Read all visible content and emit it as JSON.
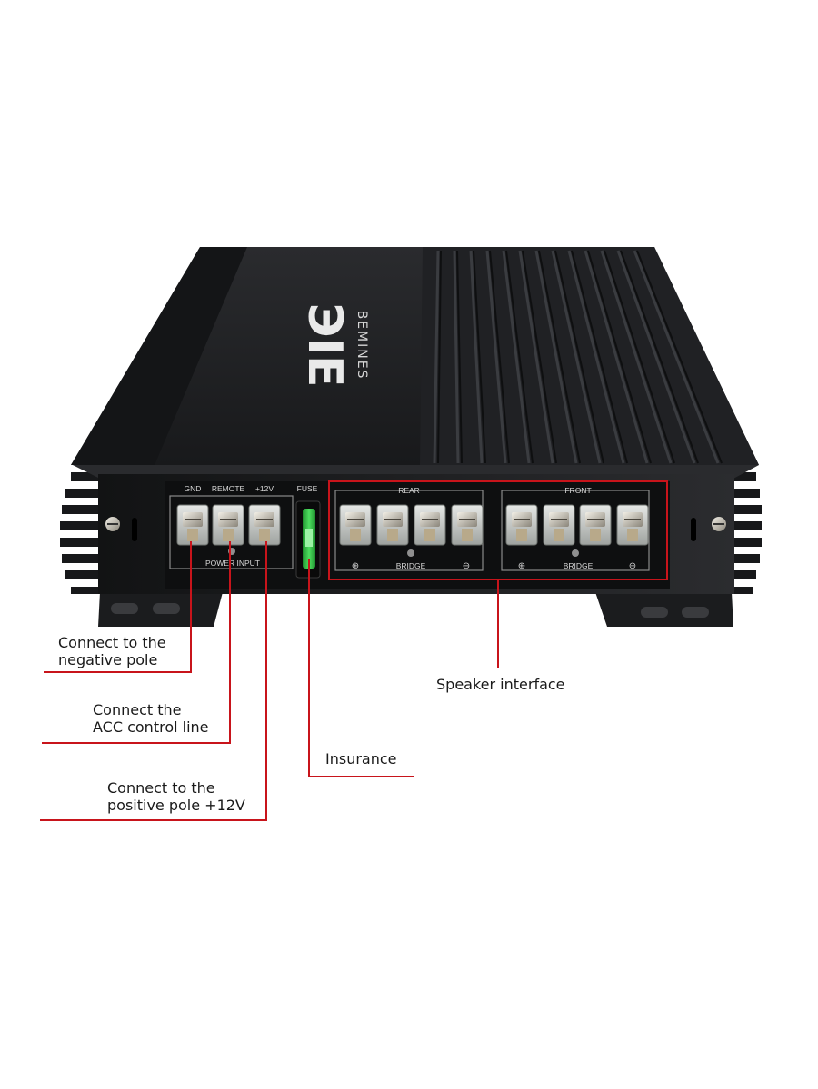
{
  "brand": {
    "logo_mark": "ЭIE",
    "name": "BEMINES"
  },
  "panel": {
    "power_terminals": [
      "GND",
      "REMOTE",
      "+12V"
    ],
    "power_group_label": "POWER INPUT",
    "fuse_label": "FUSE",
    "rear_label": "REAR",
    "front_label": "FRONT",
    "bridge_label": "BRIDGE",
    "plus_symbol": "⊕",
    "minus_symbol": "⊖"
  },
  "callouts": {
    "negative": {
      "line1": "Connect to the",
      "line2": "negative pole"
    },
    "acc": {
      "line1": "Connect the",
      "line2": "ACC control line"
    },
    "positive": {
      "line1": "Connect to the",
      "line2": "positive pole +12V"
    },
    "fuse": {
      "text": "Insurance"
    },
    "speaker": {
      "text": "Speaker interface"
    }
  },
  "colors": {
    "accent_red": "#c8141b",
    "body_dark": "#1d1e20",
    "panel_black": "#0f1011",
    "terminal_clear": "#c9ccc9",
    "fuse_green": "#35c447"
  }
}
